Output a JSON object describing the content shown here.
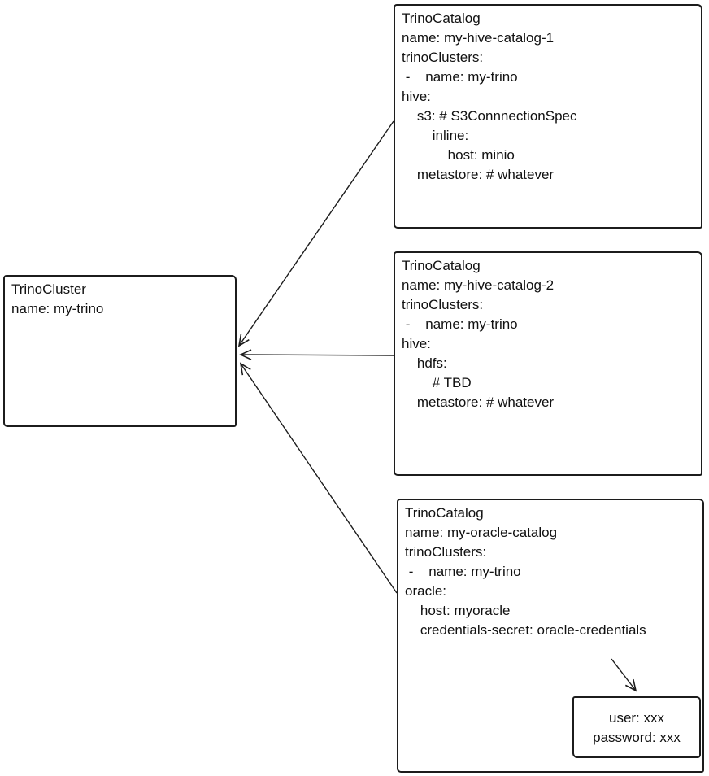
{
  "diagram": {
    "cluster": {
      "lines": [
        "TrinoCluster",
        "name: my-trino"
      ]
    },
    "catalogs": [
      {
        "name": "my-hive-catalog-1",
        "lines": [
          "TrinoCatalog",
          "name: my-hive-catalog-1",
          "trinoClusters:",
          " -    name: my-trino",
          "hive:",
          "    s3: # S3ConnnectionSpec",
          "        inline:",
          "            host: minio",
          "    metastore: # whatever"
        ]
      },
      {
        "name": "my-hive-catalog-2",
        "lines": [
          "TrinoCatalog",
          "name: my-hive-catalog-2",
          "trinoClusters:",
          " -    name: my-trino",
          "hive:",
          "    hdfs:",
          "        # TBD",
          "    metastore: # whatever"
        ]
      },
      {
        "name": "my-oracle-catalog",
        "lines": [
          "TrinoCatalog",
          "name: my-oracle-catalog",
          "trinoClusters:",
          " -    name: my-trino",
          "oracle:",
          "    host: myoracle",
          "    credentials-secret: oracle-credentials"
        ]
      }
    ],
    "secret": {
      "lines": [
        "user: xxx",
        "password: xxx"
      ]
    },
    "colors": {
      "stroke": "#1c1c1c",
      "text": "#111111",
      "background": "#ffffff"
    }
  }
}
